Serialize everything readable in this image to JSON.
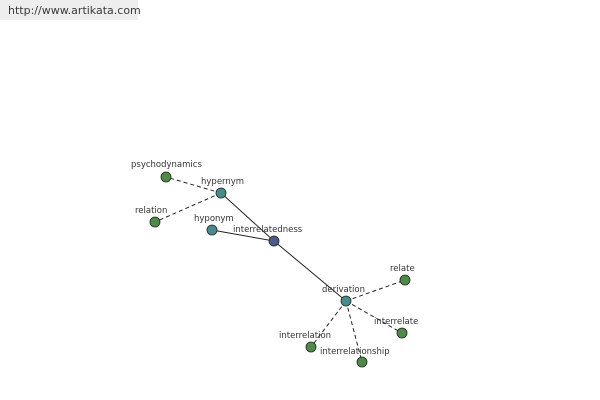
{
  "watermark": {
    "url": "http://www.artikata.com"
  },
  "colors": {
    "center_node": "#4e5a8c",
    "relation_node": "#4a8a8c",
    "leaf_node": "#4f8a4a",
    "edge": "#222222"
  },
  "graph": {
    "nodes": [
      {
        "id": "interrelatedness",
        "label": "interrelatedness",
        "kind": "center"
      },
      {
        "id": "hypernym",
        "label": "hypernym",
        "kind": "relation"
      },
      {
        "id": "hyponym",
        "label": "hyponym",
        "kind": "relation"
      },
      {
        "id": "derivation",
        "label": "derivation",
        "kind": "relation"
      },
      {
        "id": "psychodynamics",
        "label": "psychodynamics",
        "kind": "leaf"
      },
      {
        "id": "relation",
        "label": "relation",
        "kind": "leaf"
      },
      {
        "id": "relate",
        "label": "relate",
        "kind": "leaf"
      },
      {
        "id": "interrelate",
        "label": "interrelate",
        "kind": "leaf"
      },
      {
        "id": "interrelation",
        "label": "interrelation",
        "kind": "leaf"
      },
      {
        "id": "interrelationship",
        "label": "interrelationship",
        "kind": "leaf"
      }
    ],
    "edges": [
      {
        "from": "interrelatedness",
        "to": "hypernym",
        "style": "solid"
      },
      {
        "from": "interrelatedness",
        "to": "hyponym",
        "style": "solid"
      },
      {
        "from": "interrelatedness",
        "to": "derivation",
        "style": "solid"
      },
      {
        "from": "hypernym",
        "to": "psychodynamics",
        "style": "dashed"
      },
      {
        "from": "hypernym",
        "to": "relation",
        "style": "dashed"
      },
      {
        "from": "derivation",
        "to": "relate",
        "style": "dashed"
      },
      {
        "from": "derivation",
        "to": "interrelate",
        "style": "dashed"
      },
      {
        "from": "derivation",
        "to": "interrelation",
        "style": "dashed"
      },
      {
        "from": "derivation",
        "to": "interrelationship",
        "style": "dashed"
      }
    ]
  }
}
